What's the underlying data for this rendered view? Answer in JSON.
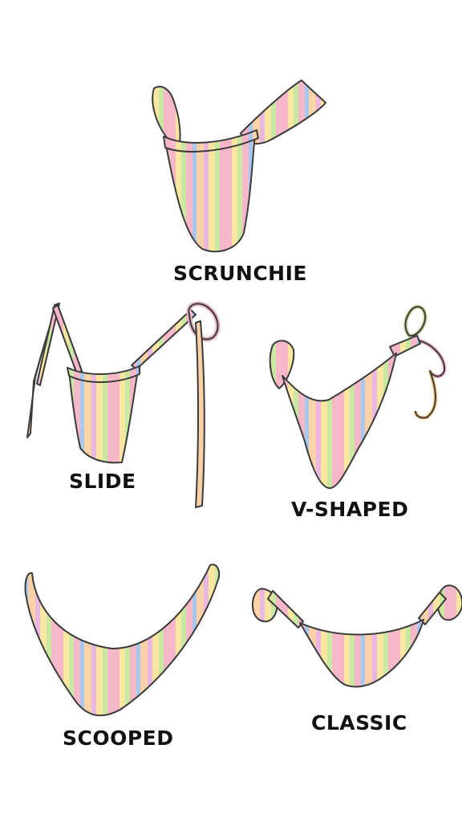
{
  "styles": [
    {
      "id": "scrunchie",
      "label": "SCRUNCHIE"
    },
    {
      "id": "slide",
      "label": "SLIDE"
    },
    {
      "id": "v-shaped",
      "label": "V-SHAPED"
    },
    {
      "id": "scooped",
      "label": "SCOOPED"
    },
    {
      "id": "classic",
      "label": "CLASSIC"
    }
  ],
  "palette": {
    "background": "#ffffff",
    "outline": "#3a3a3a",
    "label": "#111111",
    "stripe_colors": [
      "#f6b8c8",
      "#f9e6a0",
      "#c9e8a2",
      "#a9c8f0",
      "#f3c9a3",
      "#e9b8e0",
      "#fbd2a8"
    ]
  }
}
